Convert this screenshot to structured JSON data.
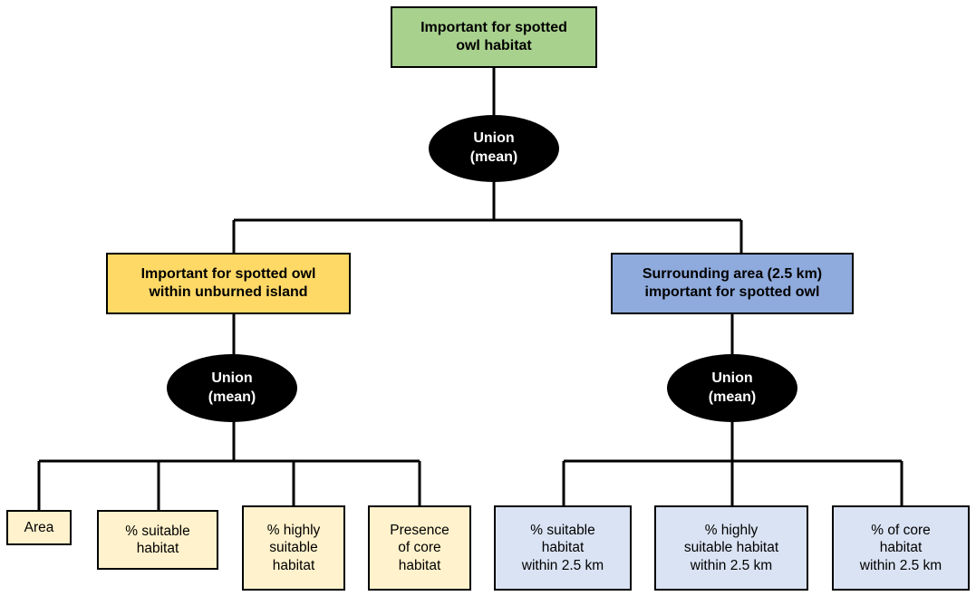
{
  "root": {
    "line1": "Important for spotted",
    "line2": "owl habitat"
  },
  "union_top": {
    "line1": "Union",
    "line2": "(mean)"
  },
  "left_node": {
    "line1": "Important for spotted owl",
    "line2": "within unburned island"
  },
  "right_node": {
    "line1": "Surrounding area (2.5 km)",
    "line2": "important for spotted owl"
  },
  "union_left": {
    "line1": "Union",
    "line2": "(mean)"
  },
  "union_right": {
    "line1": "Union",
    "line2": "(mean)"
  },
  "left_leaves": [
    {
      "lines": [
        "Area"
      ]
    },
    {
      "lines": [
        "% suitable",
        "habitat"
      ]
    },
    {
      "lines": [
        "% highly",
        "suitable",
        "habitat"
      ]
    },
    {
      "lines": [
        "Presence",
        "of core",
        "habitat"
      ]
    }
  ],
  "right_leaves": [
    {
      "lines": [
        "% suitable",
        "habitat",
        "within 2.5 km"
      ]
    },
    {
      "lines": [
        "% highly",
        "suitable habitat",
        "within 2.5 km"
      ]
    },
    {
      "lines": [
        "% of core",
        "habitat",
        "within 2.5 km"
      ]
    }
  ],
  "colors": {
    "root": "#a9d18e",
    "left_node": "#ffd966",
    "right_node": "#8faadc",
    "left_leaves": "#fff2cc",
    "right_leaves": "#dae3f3",
    "union": "#000000"
  }
}
